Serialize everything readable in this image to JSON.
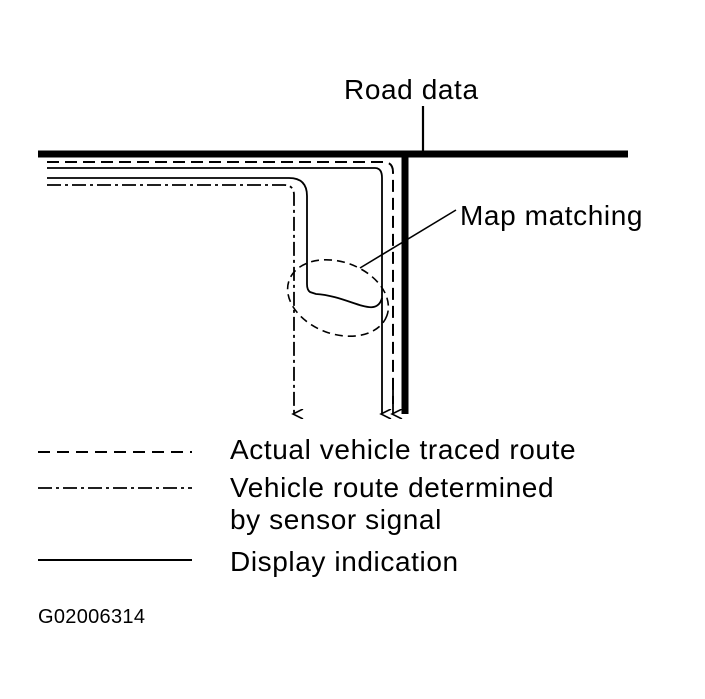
{
  "diagram": {
    "title_label": "Road data",
    "callout_label": "Map matching",
    "legend": [
      {
        "style": "dashed",
        "label_lines": [
          "Actual vehicle traced route"
        ]
      },
      {
        "style": "dash-dot",
        "label_lines": [
          "Vehicle route determined",
          "by sensor signal"
        ]
      },
      {
        "style": "solid",
        "label_lines": [
          "Display indication"
        ]
      }
    ],
    "figure_code": "G02006314"
  },
  "colors": {
    "ink": "#000000",
    "paper": "#ffffff"
  }
}
